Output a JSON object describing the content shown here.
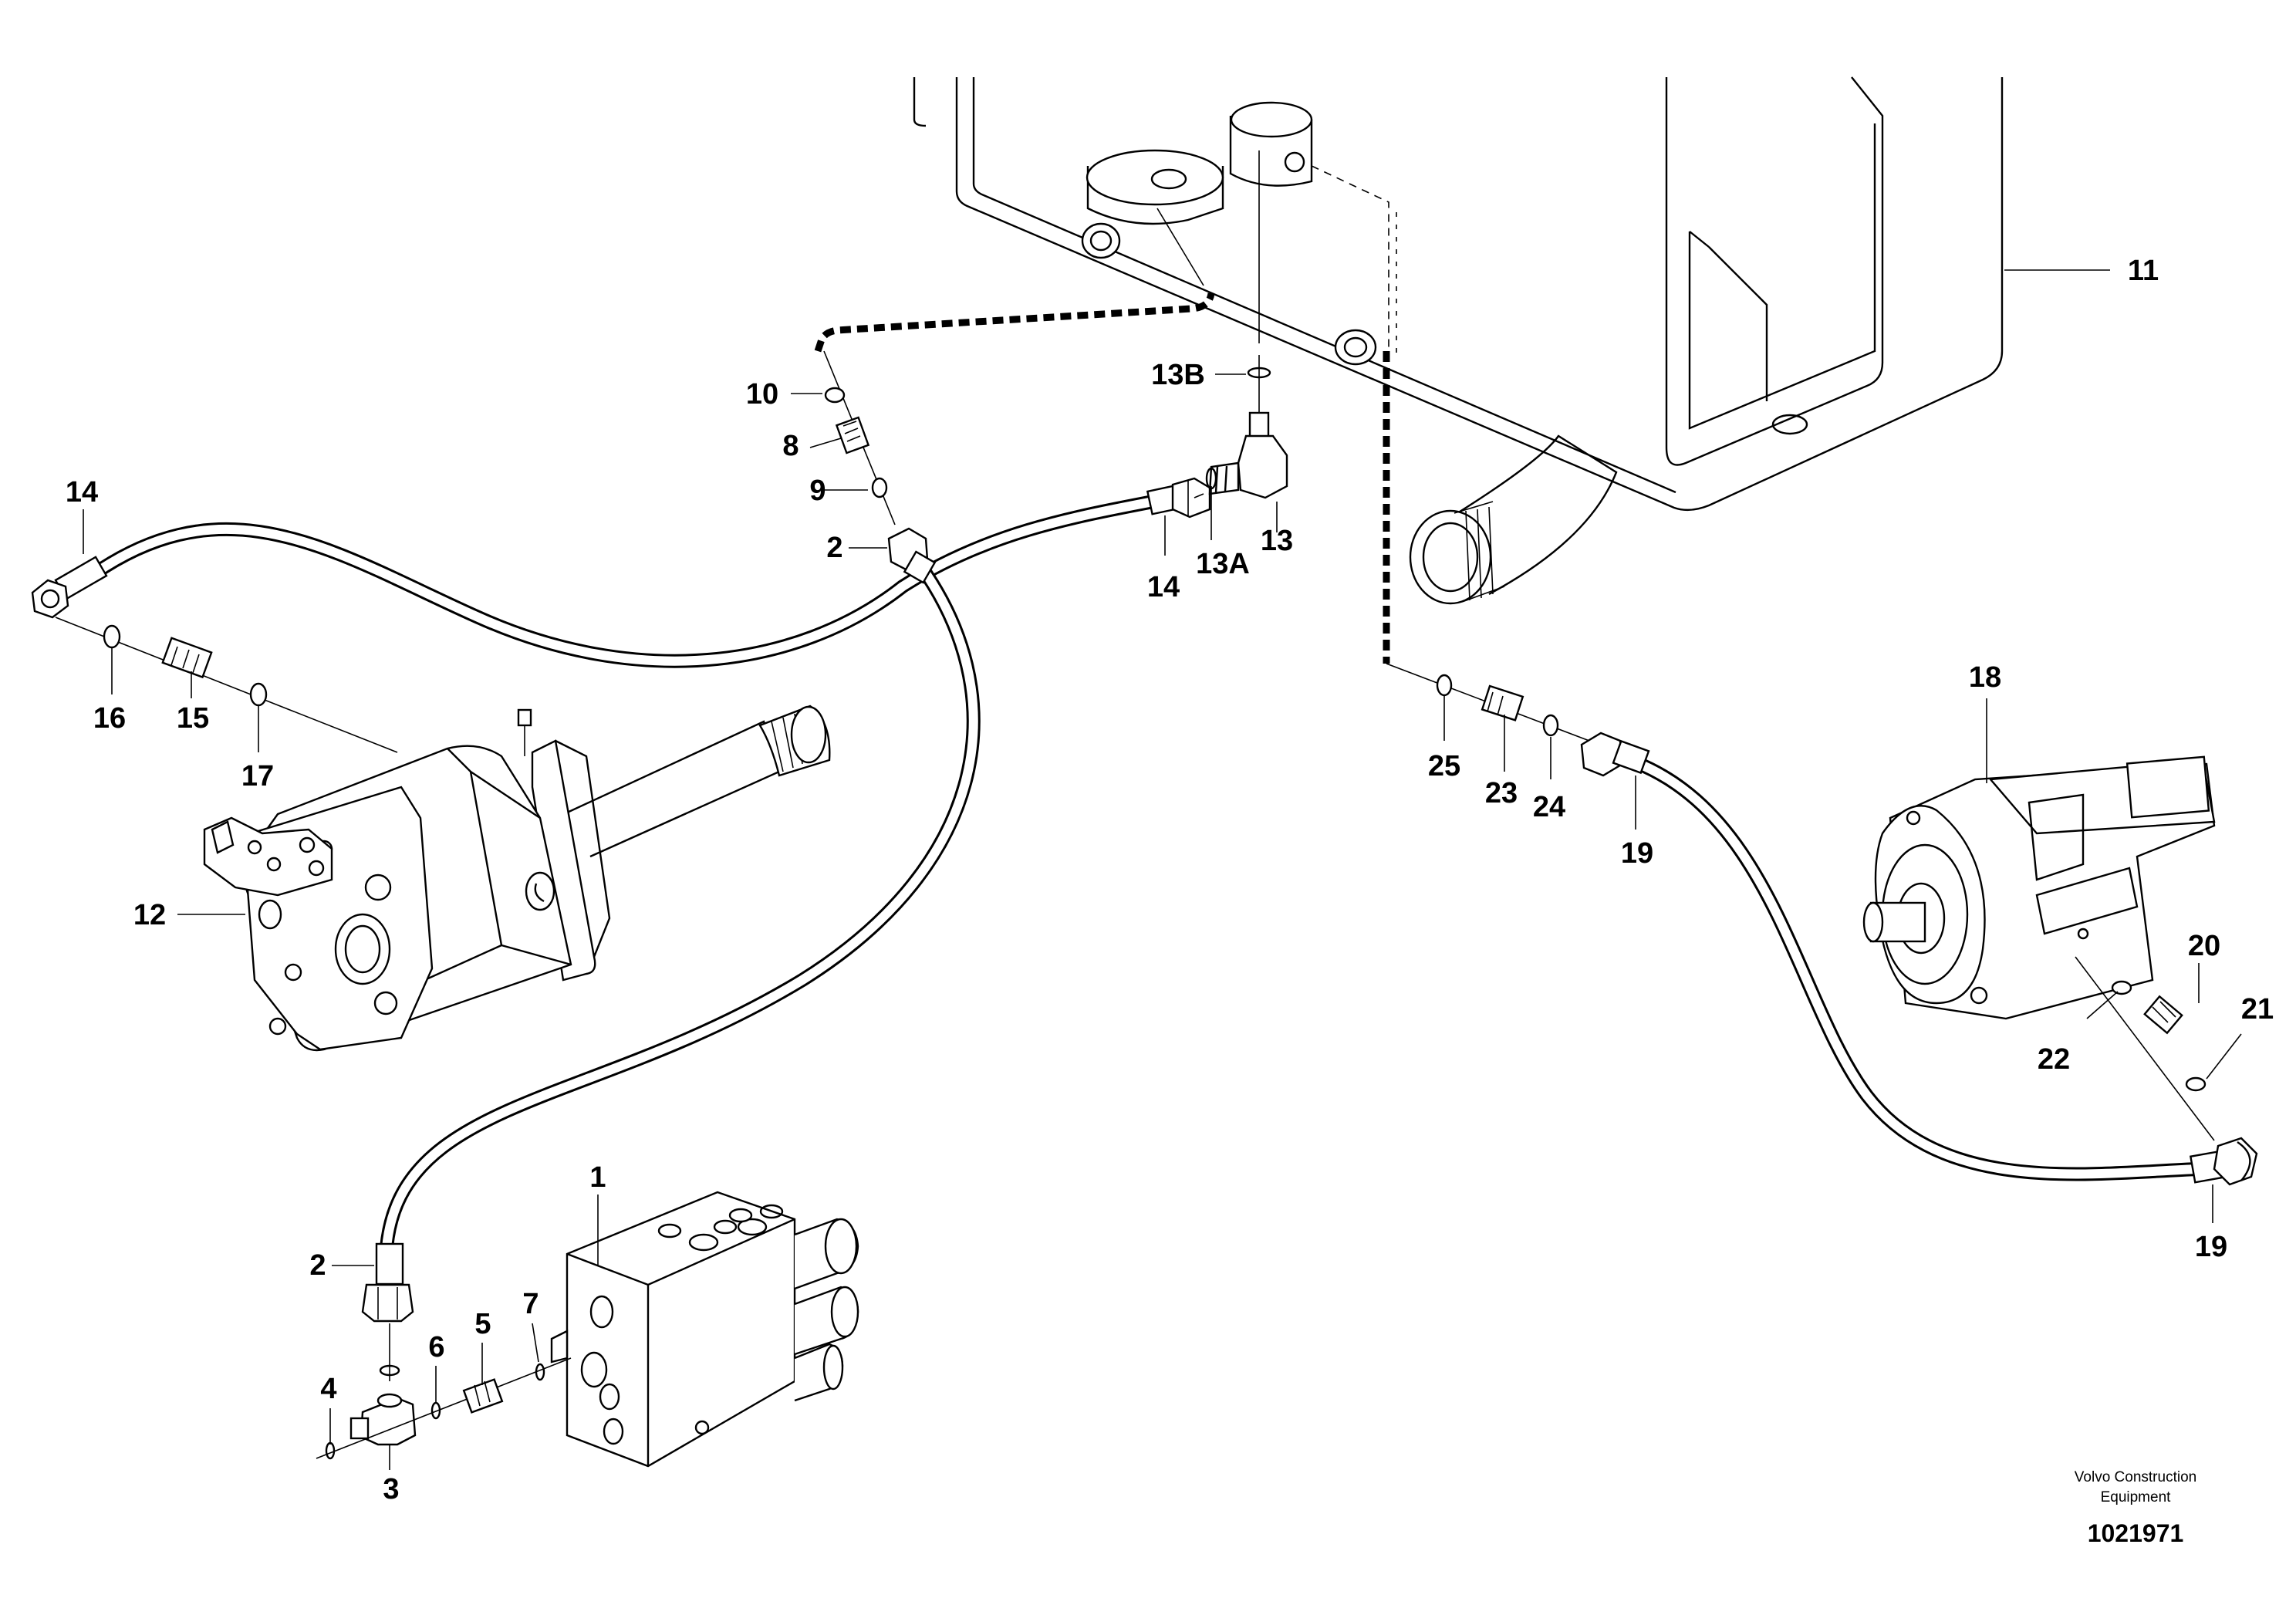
{
  "diagram": {
    "labels": [
      {
        "id": "1",
        "text": "1"
      },
      {
        "id": "2a",
        "text": "2"
      },
      {
        "id": "2b",
        "text": "2"
      },
      {
        "id": "3",
        "text": "3"
      },
      {
        "id": "4",
        "text": "4"
      },
      {
        "id": "5",
        "text": "5"
      },
      {
        "id": "6",
        "text": "6"
      },
      {
        "id": "7",
        "text": "7"
      },
      {
        "id": "8",
        "text": "8"
      },
      {
        "id": "9",
        "text": "9"
      },
      {
        "id": "10",
        "text": "10"
      },
      {
        "id": "11",
        "text": "11"
      },
      {
        "id": "12",
        "text": "12"
      },
      {
        "id": "13",
        "text": "13"
      },
      {
        "id": "13A",
        "text": "13A"
      },
      {
        "id": "13B",
        "text": "13B"
      },
      {
        "id": "14a",
        "text": "14"
      },
      {
        "id": "14b",
        "text": "14"
      },
      {
        "id": "15",
        "text": "15"
      },
      {
        "id": "16",
        "text": "16"
      },
      {
        "id": "17",
        "text": "17"
      },
      {
        "id": "18",
        "text": "18"
      },
      {
        "id": "19a",
        "text": "19"
      },
      {
        "id": "19b",
        "text": "19"
      },
      {
        "id": "20",
        "text": "20"
      },
      {
        "id": "21",
        "text": "21"
      },
      {
        "id": "22",
        "text": "22"
      },
      {
        "id": "23",
        "text": "23"
      },
      {
        "id": "24",
        "text": "24"
      },
      {
        "id": "25",
        "text": "25"
      }
    ],
    "credit_line1": "Volvo Construction",
    "credit_line2": "Equipment",
    "document_number": "1021971"
  }
}
